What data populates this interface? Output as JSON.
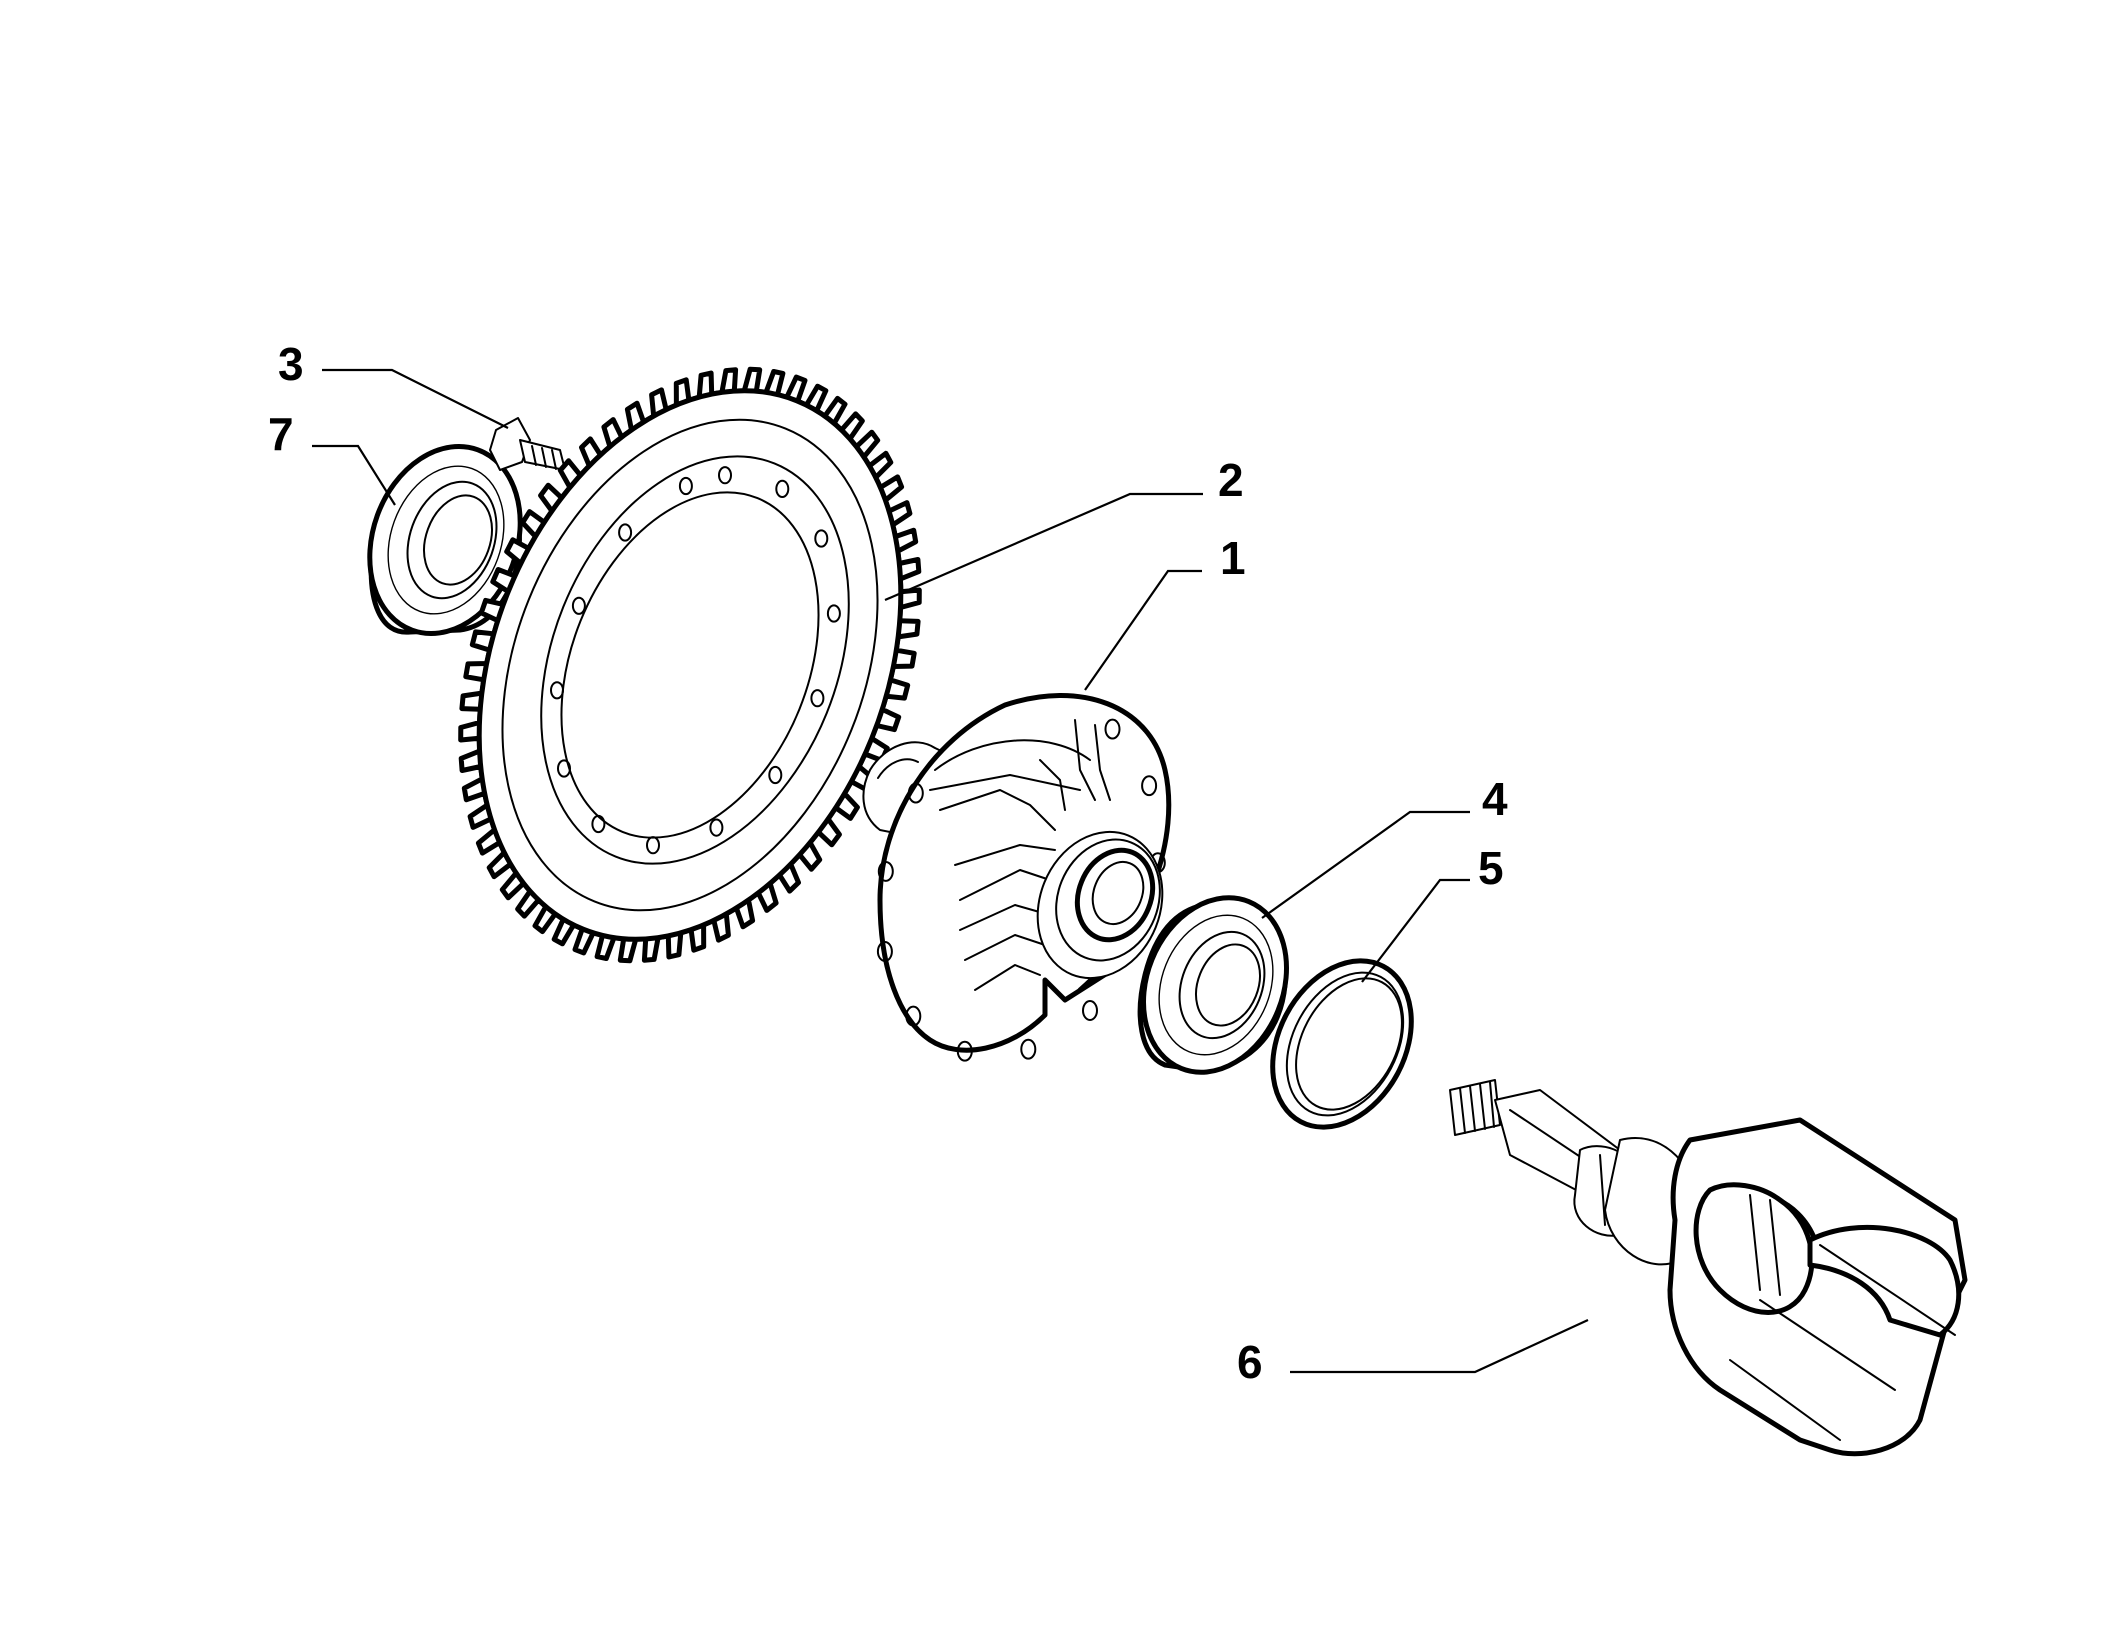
{
  "callouts": [
    {
      "id": "3",
      "label": "3"
    },
    {
      "id": "7",
      "label": "7"
    },
    {
      "id": "2",
      "label": "2"
    },
    {
      "id": "1",
      "label": "1"
    },
    {
      "id": "4",
      "label": "4"
    },
    {
      "id": "5",
      "label": "5"
    },
    {
      "id": "6",
      "label": "6"
    }
  ]
}
